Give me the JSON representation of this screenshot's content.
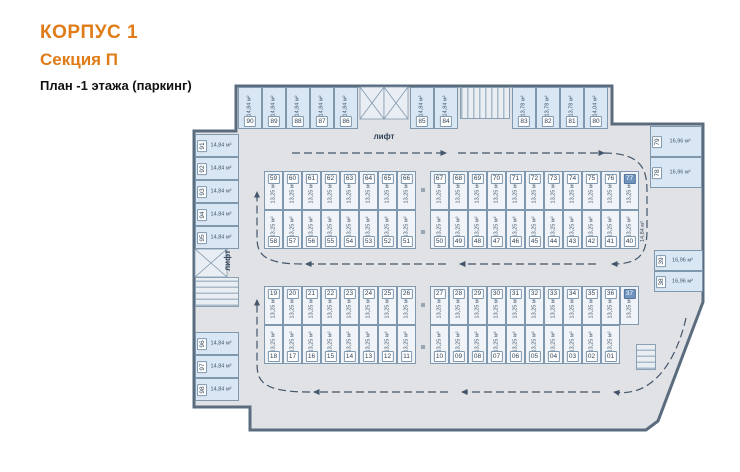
{
  "header": {
    "title": "КОРПУС 1",
    "subtitle": "Секция П",
    "plan_label": "План -1 этажа (паркинг)"
  },
  "labels": {
    "elevator_top": "лифт",
    "elevator_left": "лифт",
    "right_edge_size": "14,84 м²"
  },
  "colors": {
    "accent_orange": "#e07c18",
    "wall": "#5a6c7e",
    "floor": "#e1e2e5",
    "stall_blue": "#d9e6f3",
    "stall_light": "#f0f4f8",
    "stall_border": "#8098ad",
    "text": "#44566b",
    "highlight": "#6f94bd"
  },
  "groups": {
    "top_row": [
      {
        "num": "90",
        "size": "14,84 м²"
      },
      {
        "num": "89",
        "size": "14,84 м²"
      },
      {
        "num": "88",
        "size": "14,84 м²"
      },
      {
        "num": "87",
        "size": "14,84 м²"
      },
      {
        "num": "86",
        "size": "14,84 м²"
      },
      {
        "num": "85",
        "size": "14,84 м²"
      },
      {
        "num": "84",
        "size": "14,84 м²"
      },
      {
        "num": "83",
        "size": "13,78 м²"
      },
      {
        "num": "82",
        "size": "13,78 м²"
      },
      {
        "num": "81",
        "size": "13,78 м²"
      },
      {
        "num": "80",
        "size": "14,04 м²"
      }
    ],
    "left_col_top": [
      {
        "num": "91",
        "size": "14,84 м²"
      },
      {
        "num": "92",
        "size": "14,84 м²"
      },
      {
        "num": "93",
        "size": "14,84 м²"
      },
      {
        "num": "94",
        "size": "14,84 м²"
      },
      {
        "num": "95",
        "size": "14,84 м²"
      }
    ],
    "left_col_bottom": [
      {
        "num": "96",
        "size": "14,84 м²"
      },
      {
        "num": "97",
        "size": "14,84 м²"
      },
      {
        "num": "98",
        "size": "14,84 м²"
      }
    ],
    "upper_island_top": [
      {
        "num": "59",
        "size": "13,25 м²"
      },
      {
        "num": "60",
        "size": "13,25 м²"
      },
      {
        "num": "61",
        "size": "13,25 м²"
      },
      {
        "num": "62",
        "size": "13,25 м²"
      },
      {
        "num": "63",
        "size": "13,25 м²"
      },
      {
        "num": "64",
        "size": "13,25 м²"
      },
      {
        "num": "65",
        "size": "13,25 м²"
      },
      {
        "num": "66",
        "size": "13,25 м²"
      },
      {
        "num": "67",
        "size": "13,25 м²"
      },
      {
        "num": "68",
        "size": "13,25 м²"
      },
      {
        "num": "69",
        "size": "13,25 м²"
      },
      {
        "num": "70",
        "size": "13,25 м²"
      },
      {
        "num": "71",
        "size": "13,25 м²"
      },
      {
        "num": "72",
        "size": "13,25 м²"
      },
      {
        "num": "73",
        "size": "13,25 м²"
      },
      {
        "num": "74",
        "size": "13,25 м²"
      },
      {
        "num": "75",
        "size": "13,25 м²"
      },
      {
        "num": "76",
        "size": "13,25 м²"
      },
      {
        "num": "77",
        "size": "13,25 м²",
        "hl": true
      }
    ],
    "upper_island_bottom": [
      {
        "num": "58",
        "size": "13,25 м²"
      },
      {
        "num": "57",
        "size": "13,25 м²"
      },
      {
        "num": "56",
        "size": "13,25 м²"
      },
      {
        "num": "55",
        "size": "13,25 м²"
      },
      {
        "num": "54",
        "size": "13,25 м²"
      },
      {
        "num": "53",
        "size": "13,25 м²"
      },
      {
        "num": "52",
        "size": "13,25 м²"
      },
      {
        "num": "51",
        "size": "13,25 м²"
      },
      {
        "num": "50",
        "size": "13,25 м²"
      },
      {
        "num": "49",
        "size": "13,25 м²"
      },
      {
        "num": "48",
        "size": "13,25 м²"
      },
      {
        "num": "47",
        "size": "13,25 м²"
      },
      {
        "num": "46",
        "size": "13,25 м²"
      },
      {
        "num": "45",
        "size": "13,25 м²"
      },
      {
        "num": "44",
        "size": "13,25 м²"
      },
      {
        "num": "43",
        "size": "13,25 м²"
      },
      {
        "num": "42",
        "size": "13,25 м²"
      },
      {
        "num": "41",
        "size": "13,25 м²"
      },
      {
        "num": "40",
        "size": "13,25 м²"
      }
    ],
    "lower_island_top": [
      {
        "num": "19",
        "size": "13,25 м²"
      },
      {
        "num": "20",
        "size": "13,25 м²"
      },
      {
        "num": "21",
        "size": "13,25 м²"
      },
      {
        "num": "22",
        "size": "13,25 м²"
      },
      {
        "num": "23",
        "size": "13,25 м²"
      },
      {
        "num": "24",
        "size": "13,25 м²"
      },
      {
        "num": "25",
        "size": "13,25 м²"
      },
      {
        "num": "26",
        "size": "13,25 м²"
      },
      {
        "num": "27",
        "size": "13,25 м²"
      },
      {
        "num": "28",
        "size": "13,25 м²"
      },
      {
        "num": "29",
        "size": "13,25 м²"
      },
      {
        "num": "30",
        "size": "13,25 м²"
      },
      {
        "num": "31",
        "size": "13,25 м²"
      },
      {
        "num": "32",
        "size": "13,25 м²"
      },
      {
        "num": "33",
        "size": "13,25 м²"
      },
      {
        "num": "34",
        "size": "13,25 м²"
      },
      {
        "num": "35",
        "size": "13,25 м²"
      },
      {
        "num": "36",
        "size": "13,25 м²"
      },
      {
        "num": "37",
        "size": "13,25 м²",
        "hl": true
      }
    ],
    "lower_island_bottom": [
      {
        "num": "18",
        "size": "13,25 м²"
      },
      {
        "num": "17",
        "size": "13,25 м²"
      },
      {
        "num": "16",
        "size": "13,25 м²"
      },
      {
        "num": "15",
        "size": "13,25 м²"
      },
      {
        "num": "14",
        "size": "13,25 м²"
      },
      {
        "num": "13",
        "size": "13,25 м²"
      },
      {
        "num": "12",
        "size": "13,25 м²"
      },
      {
        "num": "11",
        "size": "13,25 м²"
      },
      {
        "num": "10",
        "size": "13,25 м²"
      },
      {
        "num": "09",
        "size": "13,25 м²"
      },
      {
        "num": "08",
        "size": "13,25 м²"
      },
      {
        "num": "07",
        "size": "13,25 м²"
      },
      {
        "num": "06",
        "size": "13,25 м²"
      },
      {
        "num": "05",
        "size": "13,25 м²"
      },
      {
        "num": "04",
        "size": "13,25 м²"
      },
      {
        "num": "03",
        "size": "13,25 м²"
      },
      {
        "num": "02",
        "size": "13,25 м²"
      },
      {
        "num": "01",
        "size": "13,25 м²"
      }
    ],
    "right_top": [
      {
        "num": "79",
        "size": "16,96 м²"
      },
      {
        "num": "78",
        "size": "16,96 м²"
      }
    ],
    "right_mid": [
      {
        "num": "39",
        "size": "16,96 м²"
      },
      {
        "num": "38",
        "size": "16,96 м²"
      }
    ]
  }
}
